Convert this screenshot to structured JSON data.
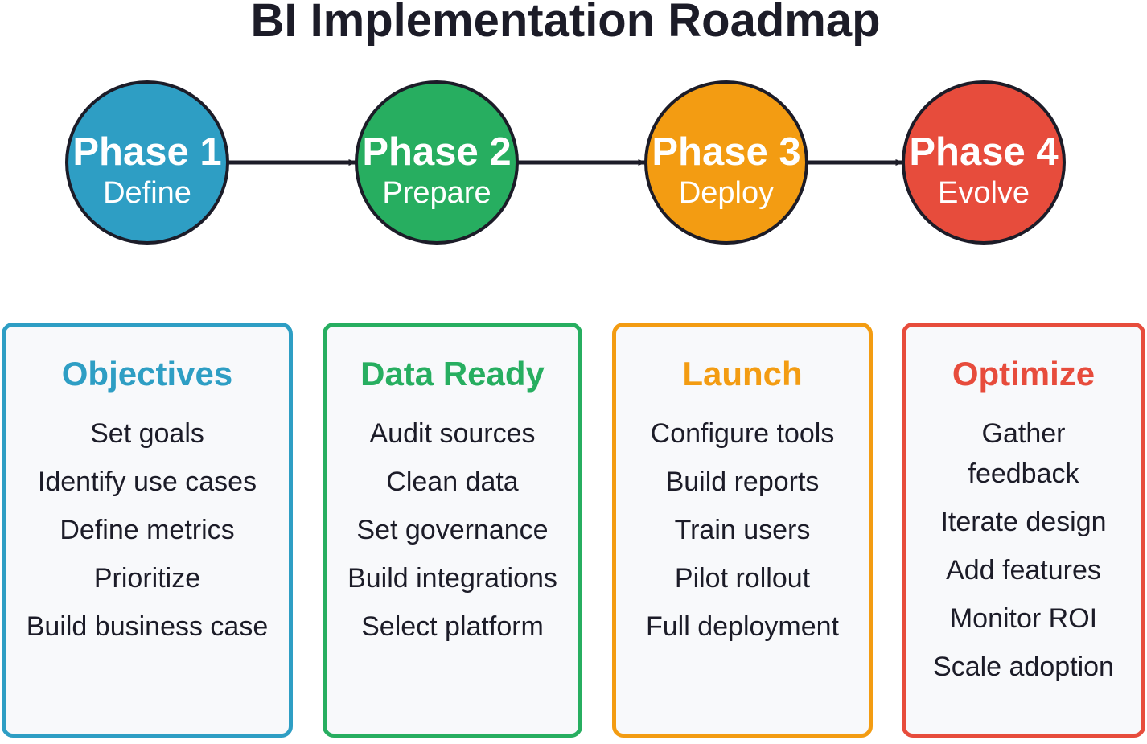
{
  "title": "BI Implementation Roadmap",
  "phases": [
    {
      "label": "Phase 1",
      "subtitle": "Define",
      "color": "#2e9ec4"
    },
    {
      "label": "Phase 2",
      "subtitle": "Prepare",
      "color": "#27ae60"
    },
    {
      "label": "Phase 3",
      "subtitle": "Deploy",
      "color": "#f39c12"
    },
    {
      "label": "Phase 4",
      "subtitle": "Evolve",
      "color": "#e74c3c"
    }
  ],
  "cards": [
    {
      "title": "Objectives",
      "color": "#2e9ec4",
      "items": [
        "Set goals",
        "Identify use cases",
        "Define metrics",
        "Prioritize",
        "Build business case"
      ]
    },
    {
      "title": "Data Ready",
      "color": "#27ae60",
      "items": [
        "Audit sources",
        "Clean data",
        "Set governance",
        "Build integrations",
        "Select platform"
      ]
    },
    {
      "title": "Launch",
      "color": "#f39c12",
      "items": [
        "Configure tools",
        "Build reports",
        "Train users",
        "Pilot rollout",
        "Full deployment"
      ]
    },
    {
      "title": "Optimize",
      "color": "#e74c3c",
      "items": [
        "Gather feedback",
        "Iterate design",
        "Add features",
        "Monitor ROI",
        "Scale adoption"
      ]
    }
  ],
  "outline_color": "#1c1c28"
}
